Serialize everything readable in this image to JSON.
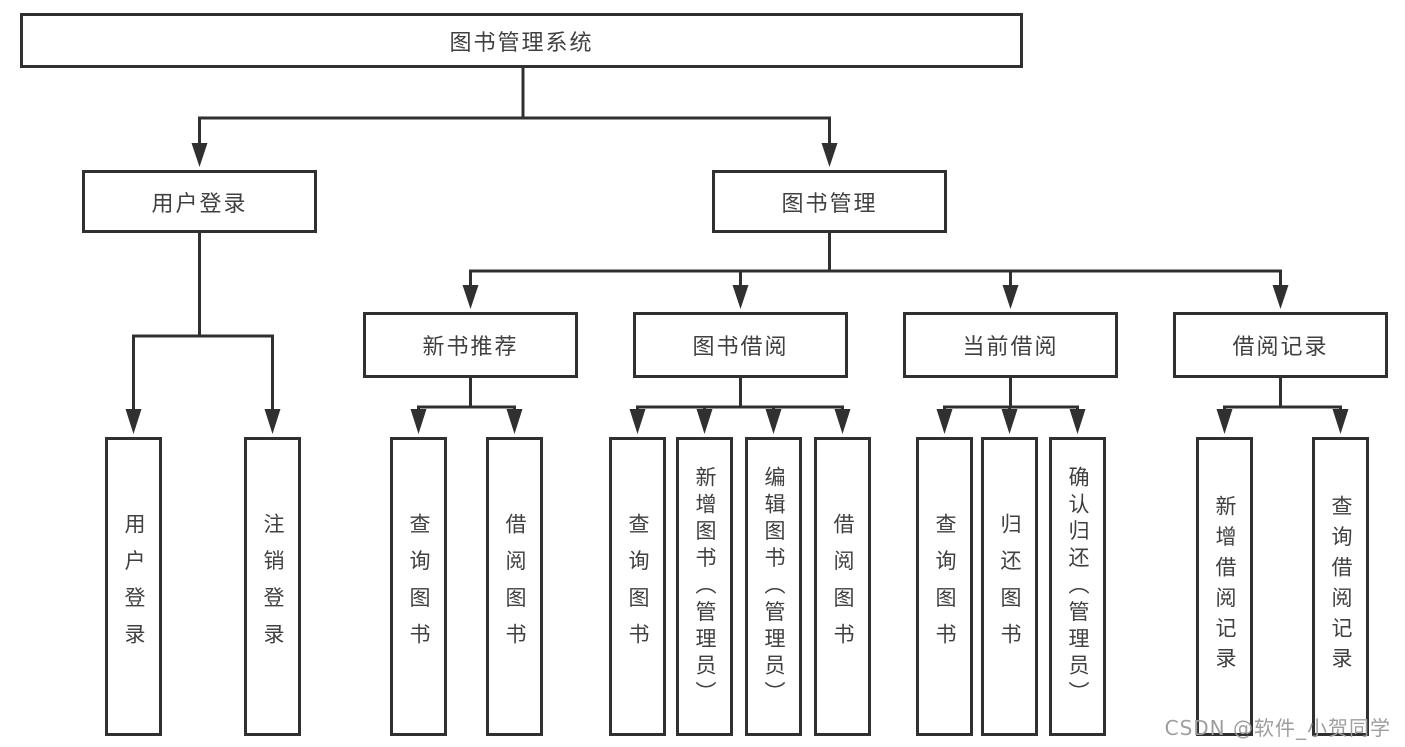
{
  "tree": {
    "root": "图书管理系统",
    "branches": [
      {
        "label": "用户登录",
        "children": [
          "用户登录",
          "注销登录"
        ]
      },
      {
        "label": "图书管理",
        "children": [
          {
            "label": "新书推荐",
            "children": [
              "查询图书",
              "借阅图书"
            ]
          },
          {
            "label": "图书借阅",
            "children": [
              "查询图书",
              "新增图书（管理员）",
              "编辑图书（管理员）",
              "借阅图书"
            ]
          },
          {
            "label": "当前借阅",
            "children": [
              "查询图书",
              "归还图书",
              "确认归还（管理员）"
            ]
          },
          {
            "label": "借阅记录",
            "children": [
              "新增借阅记录",
              "查询借阅记录"
            ]
          }
        ]
      }
    ]
  },
  "watermark": {
    "text": "CSDN @软件_小贺同学"
  },
  "colors": {
    "line": "#303030",
    "node_border": "#303030",
    "node_text": "#404040",
    "watermark_gray": "#9e9e9e",
    "background": "#ffffff"
  }
}
